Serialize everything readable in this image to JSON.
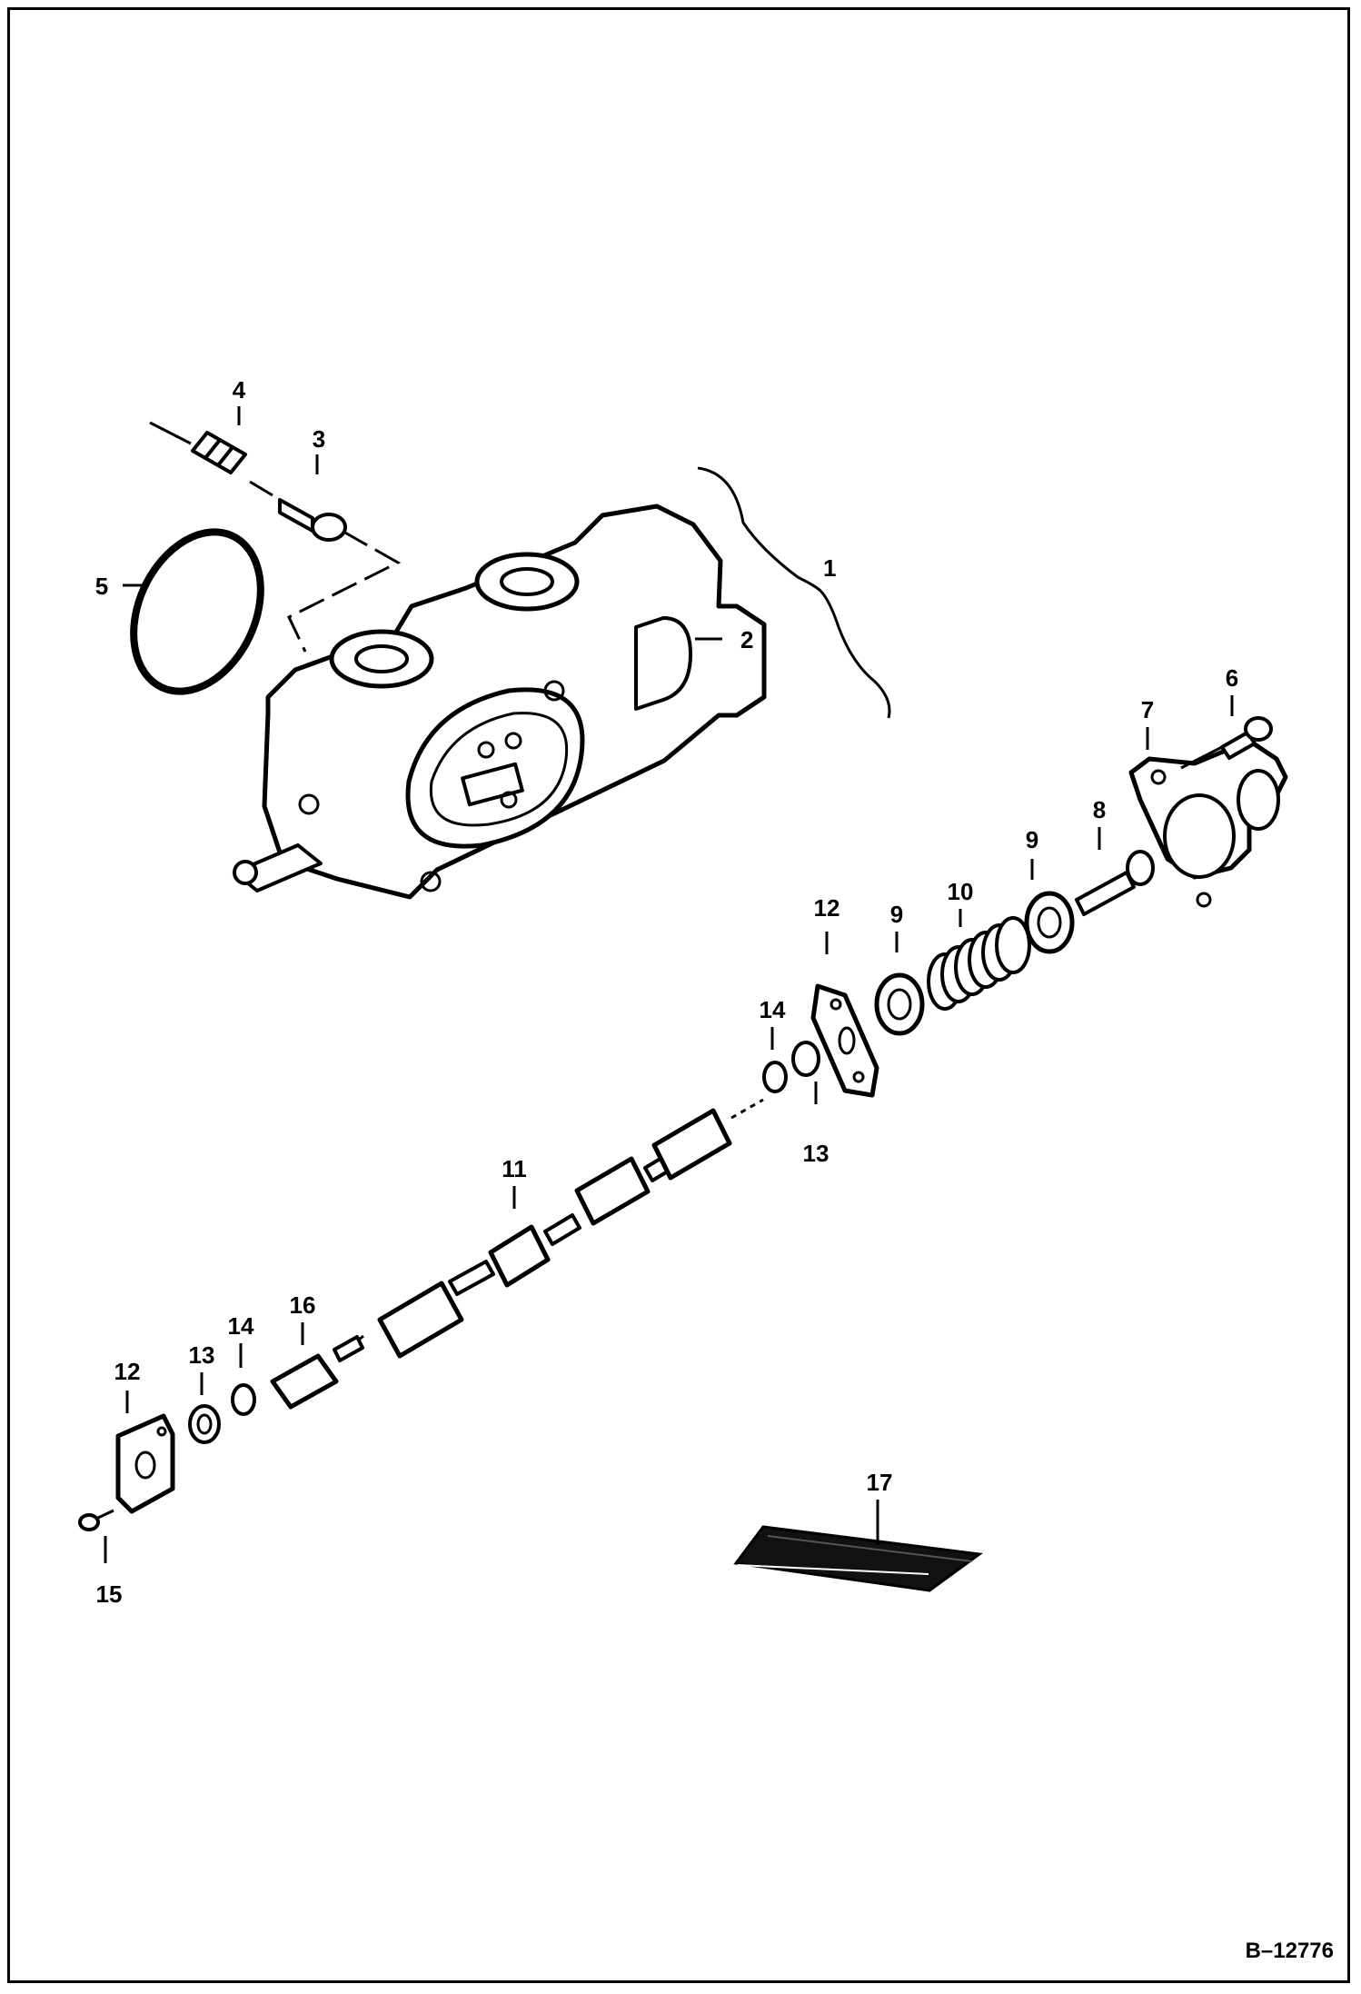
{
  "diagram": {
    "drawing_code": "B–12776",
    "callouts": [
      {
        "id": "c1",
        "text": "1"
      },
      {
        "id": "c2",
        "text": "2"
      },
      {
        "id": "c3",
        "text": "3"
      },
      {
        "id": "c4",
        "text": "4"
      },
      {
        "id": "c5",
        "text": "5"
      },
      {
        "id": "c6",
        "text": "6"
      },
      {
        "id": "c7",
        "text": "7"
      },
      {
        "id": "c8",
        "text": "8"
      },
      {
        "id": "c9a",
        "text": "9"
      },
      {
        "id": "c9b",
        "text": "9"
      },
      {
        "id": "c10",
        "text": "10"
      },
      {
        "id": "c11",
        "text": "11"
      },
      {
        "id": "c12a",
        "text": "12"
      },
      {
        "id": "c12b",
        "text": "12"
      },
      {
        "id": "c13a",
        "text": "13"
      },
      {
        "id": "c13b",
        "text": "13"
      },
      {
        "id": "c14a",
        "text": "14"
      },
      {
        "id": "c14b",
        "text": "14"
      },
      {
        "id": "c15",
        "text": "15"
      },
      {
        "id": "c16",
        "text": "16"
      },
      {
        "id": "c17",
        "text": "17"
      }
    ]
  }
}
